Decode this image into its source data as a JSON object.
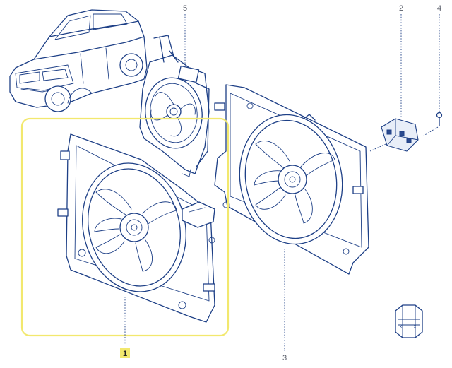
{
  "diagram": {
    "callouts": [
      {
        "id": "1",
        "label": "1",
        "highlighted": true
      },
      {
        "id": "2",
        "label": "2",
        "highlighted": false
      },
      {
        "id": "3",
        "label": "3",
        "highlighted": false
      },
      {
        "id": "4",
        "label": "4",
        "highlighted": false
      },
      {
        "id": "5",
        "label": "5",
        "highlighted": false
      }
    ],
    "colors": {
      "line": "#1d3f86",
      "highlight_box": "#f2e86e",
      "callout_marker": "#f2e86e"
    }
  }
}
